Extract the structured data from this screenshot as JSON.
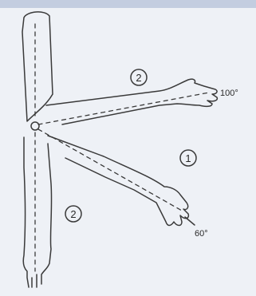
{
  "labels": {
    "upper_arm": "2",
    "forearm_flexed": "1",
    "hanging_arm": "2",
    "angle_upper": "100°",
    "angle_lower": "60°"
  },
  "colors": {
    "background": "#eef1f6",
    "top_band": "#c3cde0",
    "ink": "#3a3a3a"
  }
}
